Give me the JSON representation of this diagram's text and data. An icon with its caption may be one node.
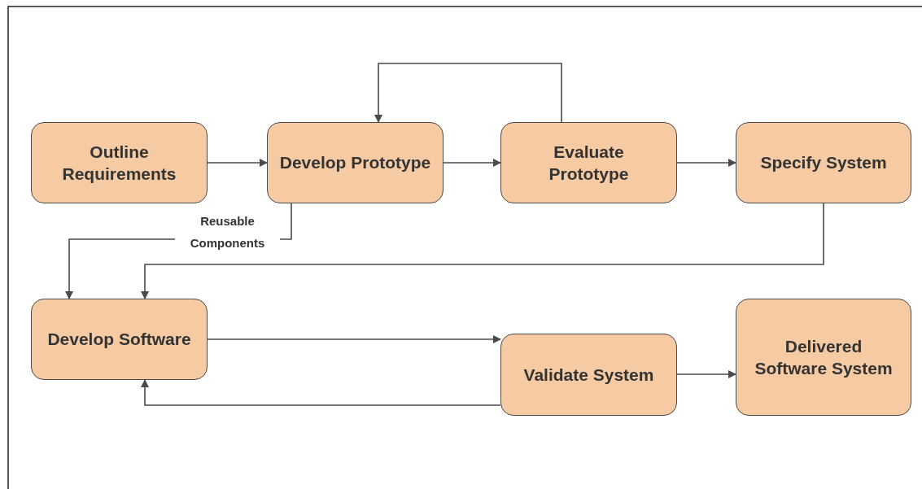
{
  "diagram": {
    "nodes": [
      {
        "text": [
          "Outline Requirements"
        ]
      },
      {
        "text": [
          "Develop Prototype"
        ]
      },
      {
        "text": [
          "Evaluate Prototype"
        ]
      },
      {
        "text": [
          "Specify System"
        ]
      },
      {
        "text": [
          "Develop Software"
        ]
      },
      {
        "text": [
          "Validate System"
        ]
      },
      {
        "text": [
          "Delivered Software System"
        ]
      }
    ],
    "edges": [
      {
        "from": 0,
        "to": 1,
        "arrow": "to"
      },
      {
        "from": 1,
        "to": 2,
        "arrow": "to"
      },
      {
        "from": 2,
        "to": 3,
        "arrow": "to"
      },
      {
        "from": 2,
        "to": 1,
        "arrow": "to"
      },
      {
        "from": 1,
        "to": 4,
        "arrow": "to",
        "label": "Reusable Components"
      },
      {
        "from": 3,
        "to": 4,
        "arrow": "to"
      },
      {
        "from": 4,
        "to": 5,
        "arrow": "to"
      },
      {
        "from": 5,
        "to": 4,
        "arrow": "to"
      },
      {
        "from": 5,
        "to": 6,
        "arrow": "to"
      }
    ]
  }
}
